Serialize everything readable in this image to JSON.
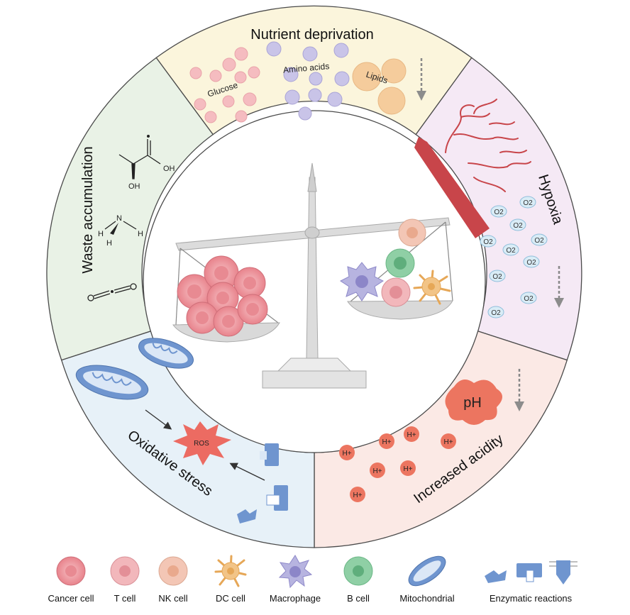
{
  "sectors": {
    "nutrient": {
      "title": "Nutrient deprivation",
      "glucose": "Glucose",
      "amino": "Amino acids",
      "lipids": "Lipids"
    },
    "hypoxia": {
      "title": "Hypoxia",
      "o2": "O2"
    },
    "acidity": {
      "title": "Increased acidity",
      "ph": "pH",
      "h": "H+"
    },
    "oxidative": {
      "title": "Oxidative stress",
      "ros": "ROS"
    },
    "waste": {
      "title": "Waste accumulation",
      "oh": "OH",
      "oh2": "OH",
      "n": "N",
      "h": "H"
    }
  },
  "legend": [
    {
      "label": "Cancer cell",
      "icon": "cancer-cell-icon"
    },
    {
      "label": "T cell",
      "icon": "t-cell-icon"
    },
    {
      "label": "NK cell",
      "icon": "nk-cell-icon"
    },
    {
      "label": "DC cell",
      "icon": "dc-cell-icon"
    },
    {
      "label": "Macrophage",
      "icon": "macrophage-icon"
    },
    {
      "label": "B cell",
      "icon": "b-cell-icon"
    },
    {
      "label": "Mitochondrial",
      "icon": "mitochondria-icon"
    },
    {
      "label": "Enzymatic reactions",
      "icon": "enzyme-icon"
    }
  ],
  "colors": {
    "nutrient": "#fbf5dc",
    "hypoxia": "#f5e9f5",
    "acidity": "#fbe9e5",
    "oxidative": "#e7f1f8",
    "waste": "#e9f2e6",
    "cancer": "#f0a2a7",
    "tcell": "#f2b7bb",
    "nkcell": "#f3c6b5",
    "dccell": "#f2c487",
    "macrophage": "#b7b4e0",
    "bcell": "#8fcfa5",
    "mito": "#6f95cf",
    "hplus": "#ec7560",
    "vessel": "#c8454a"
  }
}
